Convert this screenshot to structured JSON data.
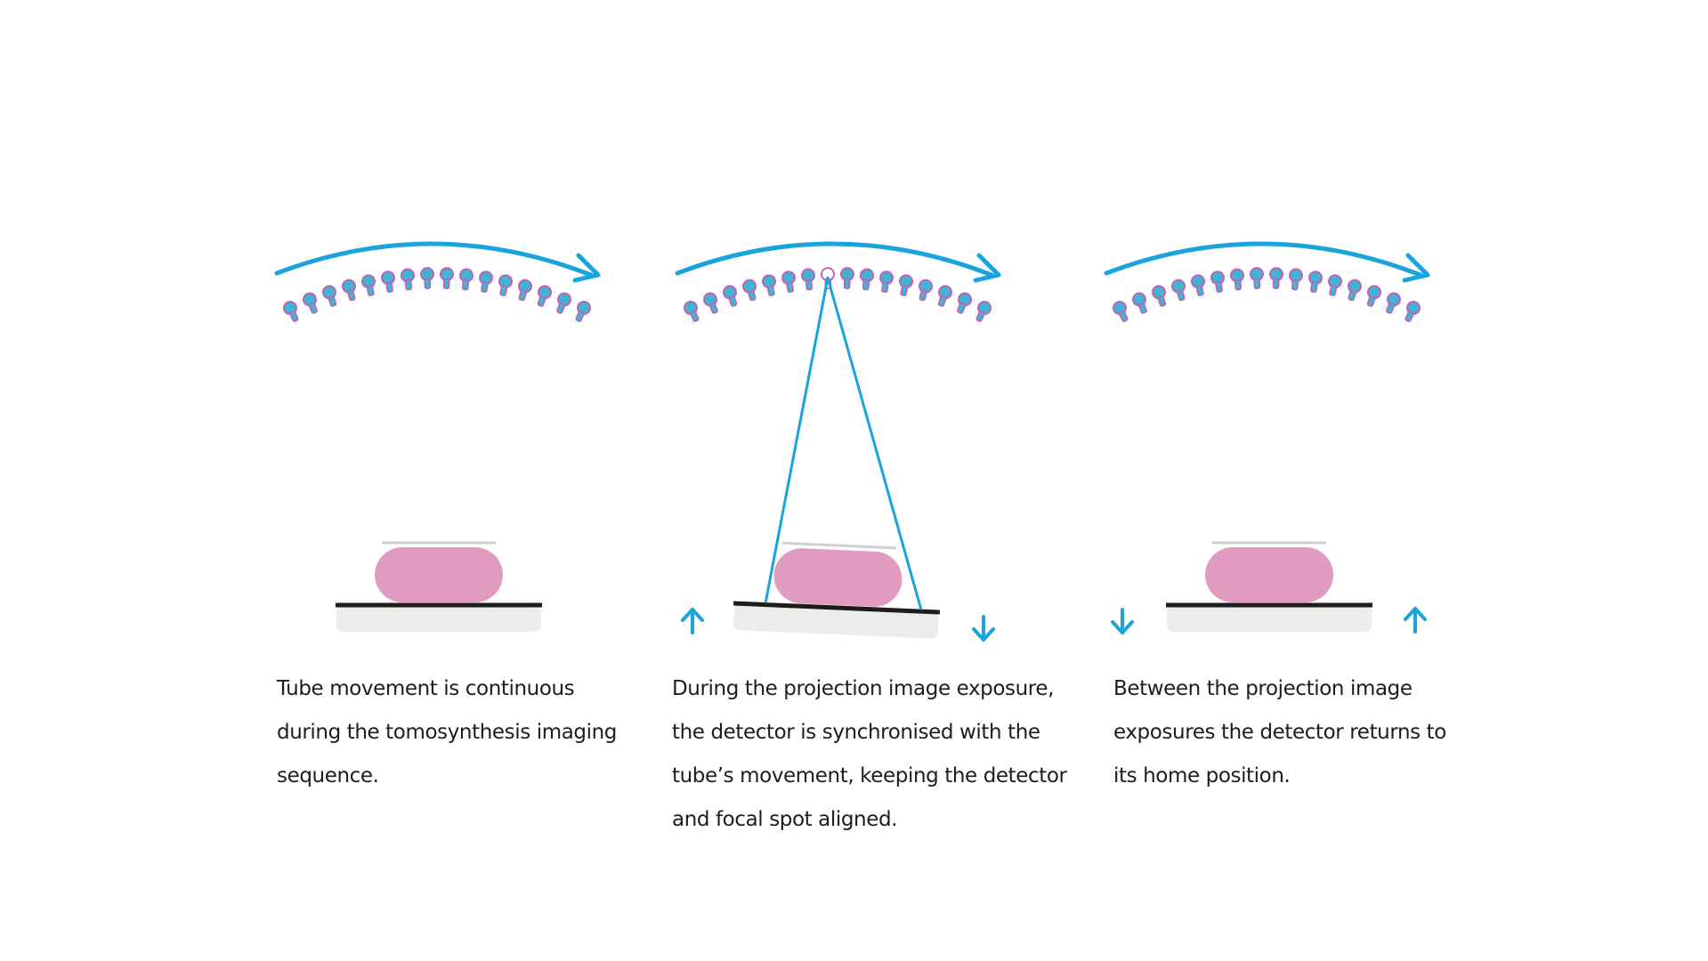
{
  "colors": {
    "arc_arrow": "#1aa3dc",
    "tube_fill": "#3fb4d3",
    "tube_outline": "#c561b3",
    "breast": "#e29bc0",
    "detector_line": "#1d1d1b",
    "detector_base": "#ececec",
    "paddle": "#cfcfcf",
    "beam": "#1aa3dc",
    "text": "#1d1d1b"
  },
  "panels": [
    {
      "name": "continuous-tube-movement",
      "detector_tilt_deg": 0,
      "exposure": false,
      "detector_motion": "none",
      "caption_lines": [
        "Tube movement is continuous",
        "during the tomosynthesis imaging",
        "sequence."
      ]
    },
    {
      "name": "synchronised-detector",
      "detector_tilt_deg": 2.5,
      "exposure": true,
      "detector_motion": "left-up-right-down",
      "caption_lines": [
        "During the projection image exposure,",
        "the detector is synchronised with the",
        "tube’s movement, keeping the detector",
        "and focal spot aligned."
      ]
    },
    {
      "name": "detector-returns-home",
      "detector_tilt_deg": 0,
      "exposure": false,
      "detector_motion": "left-down-right-up",
      "caption_lines": [
        "Between the projection image",
        "exposures the detector returns to",
        "its home position."
      ]
    }
  ]
}
